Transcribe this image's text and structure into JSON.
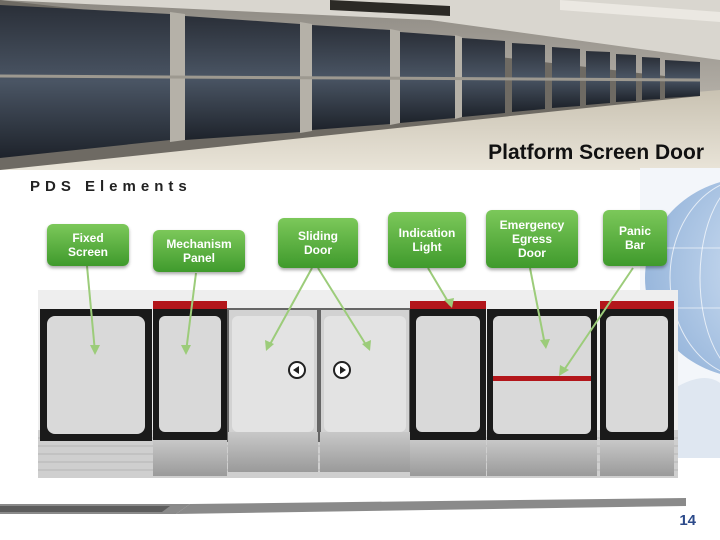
{
  "header": {
    "photo_title": "Platform Screen Door"
  },
  "section": {
    "title": "PDS Elements"
  },
  "labels": [
    {
      "id": "fixed-screen",
      "text": "Fixed\nScreen"
    },
    {
      "id": "mechanism-panel",
      "text": "Mechanism\nPanel"
    },
    {
      "id": "sliding-door",
      "text": "Sliding\nDoor"
    },
    {
      "id": "indication-light",
      "text": "Indication\nLight"
    },
    {
      "id": "emergency-egress-door",
      "text": "Emergency\nEgress\nDoor"
    },
    {
      "id": "panic-bar",
      "text": "Panic\nBar"
    }
  ],
  "colors": {
    "label_green": "#4fa83a",
    "indicator_red": "#b3161b",
    "frame_dark": "#1a1a1a",
    "panel_gray": "#d8d8d8",
    "page_number": "#2c4a8a"
  },
  "footer": {
    "page_number": "14"
  }
}
